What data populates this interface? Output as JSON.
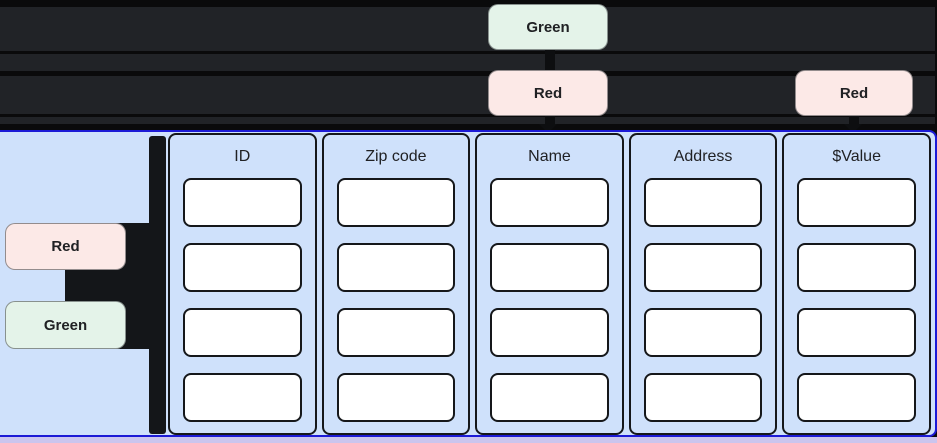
{
  "colors": {
    "background": "#0a0a0b",
    "row_bar": "#212327",
    "panel_fill": "#cfe1fb",
    "panel_border_blue": "#1c1ad6",
    "bottom_edge_lavender": "#cbc5ee",
    "green_badge_fill": "#e4f3e9",
    "red_badge_fill": "#fce9e7",
    "badge_text": "#202124",
    "card_border": "#15171a",
    "cell_fill": "#ffffff",
    "connector_black": "#0d0e10"
  },
  "top_badges": {
    "green": {
      "label": "Green"
    },
    "red_over_name": {
      "label": "Red",
      "points_to": "Name"
    },
    "red_over_value": {
      "label": "Red",
      "points_to": "$Value"
    }
  },
  "left_badges": {
    "red": {
      "label": "Red"
    },
    "green": {
      "label": "Green"
    }
  },
  "table": {
    "columns": [
      {
        "header": "ID",
        "cells": [
          "",
          "",
          "",
          ""
        ]
      },
      {
        "header": "Zip code",
        "cells": [
          "",
          "",
          "",
          ""
        ]
      },
      {
        "header": "Name",
        "cells": [
          "",
          "",
          "",
          ""
        ]
      },
      {
        "header": "Address",
        "cells": [
          "",
          "",
          "",
          ""
        ]
      },
      {
        "header": "$Value",
        "cells": [
          "",
          "",
          "",
          ""
        ]
      }
    ]
  }
}
